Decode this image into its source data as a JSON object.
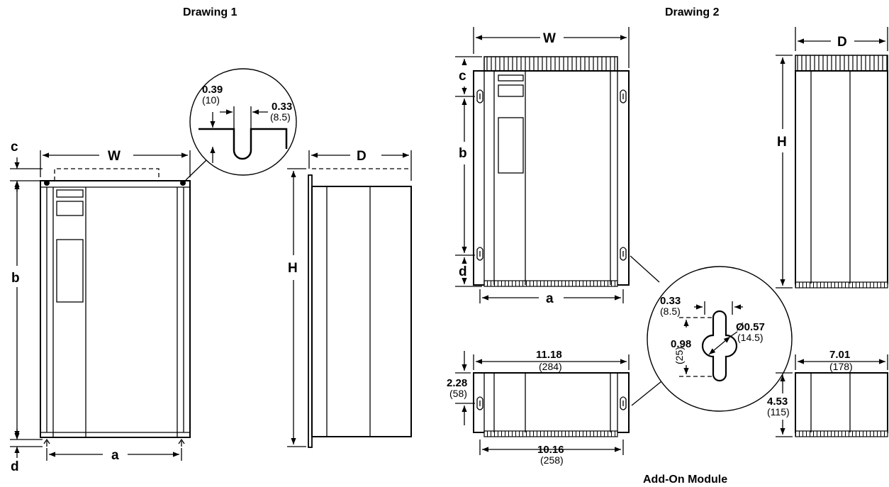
{
  "drawing1": {
    "title": "Drawing 1",
    "labels": {
      "c": "c",
      "w": "W",
      "b": "b",
      "d": "d",
      "a": "a",
      "h": "H",
      "depth": "D"
    },
    "slot_detail": {
      "dim1_value": "0.39",
      "dim1_mm": "(10)",
      "dim2_value": "0.33",
      "dim2_mm": "(8.5)"
    }
  },
  "drawing2": {
    "title": "Drawing 2",
    "labels": {
      "w": "W",
      "c": "c",
      "b": "b",
      "d": "d",
      "a": "a",
      "h": "H",
      "depth": "D"
    },
    "keyhole_detail": {
      "width_value": "0.33",
      "width_mm": "(8.5)",
      "length_value": "0.98",
      "length_mm": "(25)",
      "dia_value": "Ø0.57",
      "dia_mm": "(14.5)"
    }
  },
  "addon": {
    "title": "Add-On Module",
    "overall_width_value": "11.18",
    "overall_width_mm": "(284)",
    "height_value": "2.28",
    "height_mm": "(58)",
    "mount_width_value": "10.16",
    "mount_width_mm": "(258)",
    "depth_value": "7.01",
    "depth_mm": "(178)",
    "side_height_value": "4.53",
    "side_height_mm": "(115)"
  }
}
